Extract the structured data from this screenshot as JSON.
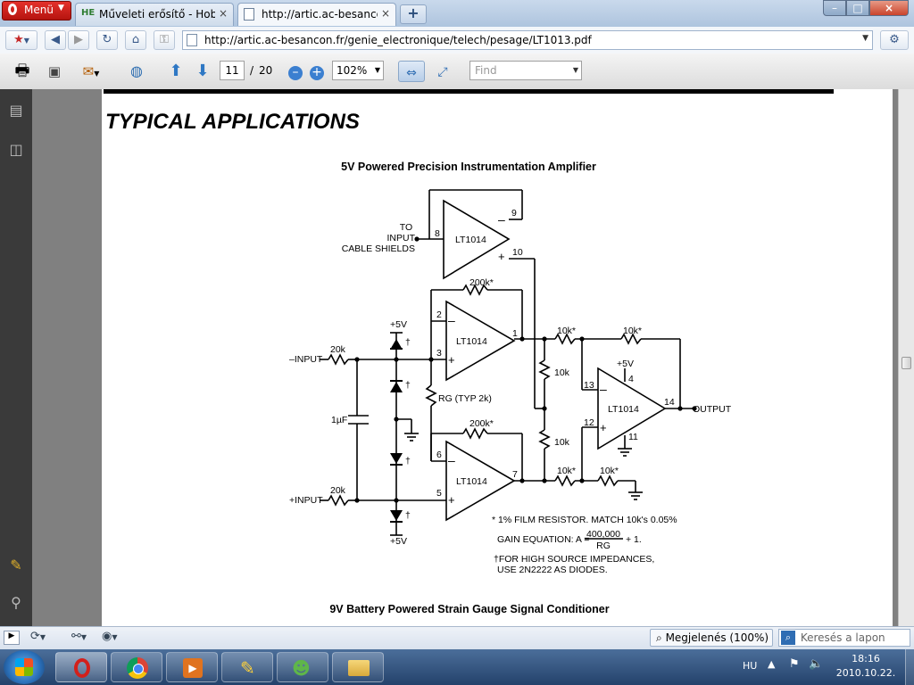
{
  "browser": {
    "menu_label": "Menü",
    "tabs": [
      {
        "label": "Műveleti erősítő - Hob...",
        "favicon": "HE",
        "close": "×"
      },
      {
        "label": "http://artic.ac-besanco...",
        "close": "×"
      }
    ],
    "new_tab": "+",
    "window_controls": {
      "minimize": "–",
      "maximize": "□",
      "close": "×"
    },
    "address": "http://artic.ac-besancon.fr/genie_electronique/telech/pesage/LT1013.pdf"
  },
  "pdf_toolbar": {
    "page_current": "11",
    "page_separator": "/",
    "page_total": "20",
    "zoom": "102%",
    "find_placeholder": "Find"
  },
  "document": {
    "section_heading": "TYPICAL APPLICATIONS",
    "figure1_title": "5V Powered Precision Instrumentation Amplifier",
    "figure2_title": "9V Battery Powered Strain Gauge Signal Conditioner",
    "schematic": {
      "opamp_label": "LT1014",
      "to_input_lines": [
        "TO",
        "INPUT",
        "CABLE SHIELDS"
      ],
      "minus_input": "–INPUT",
      "plus_input": "+INPUT",
      "r_in": "20k",
      "r_fb": "200k*",
      "r_gain": "RG (TYP 2k)",
      "cap": "1µF",
      "vplus": "+5V",
      "r_10k": "10k",
      "r_10k_star": "10k*",
      "output": "OUTPUT",
      "dagger": "†",
      "pins": [
        "8",
        "9",
        "10",
        "2",
        "3",
        "1",
        "6",
        "5",
        "7",
        "13",
        "12",
        "14",
        "4",
        "11"
      ],
      "note1": "* 1% FILM RESISTOR. MATCH 10k's 0.05%",
      "gain_prefix": "GAIN EQUATION: A =",
      "gain_num": "400,000",
      "gain_den": "RG",
      "gain_suffix": "+ 1.",
      "note2_line1": "†FOR HIGH SOURCE IMPEDANCES,",
      "note2_line2": "USE 2N2222 AS DIODES."
    }
  },
  "status_bar": {
    "zoom_label": "Megjelenés (100%)",
    "search_placeholder": "Keresés a lapon"
  },
  "taskbar": {
    "language": "HU",
    "time": "18:16",
    "date": "2010.10.22."
  }
}
